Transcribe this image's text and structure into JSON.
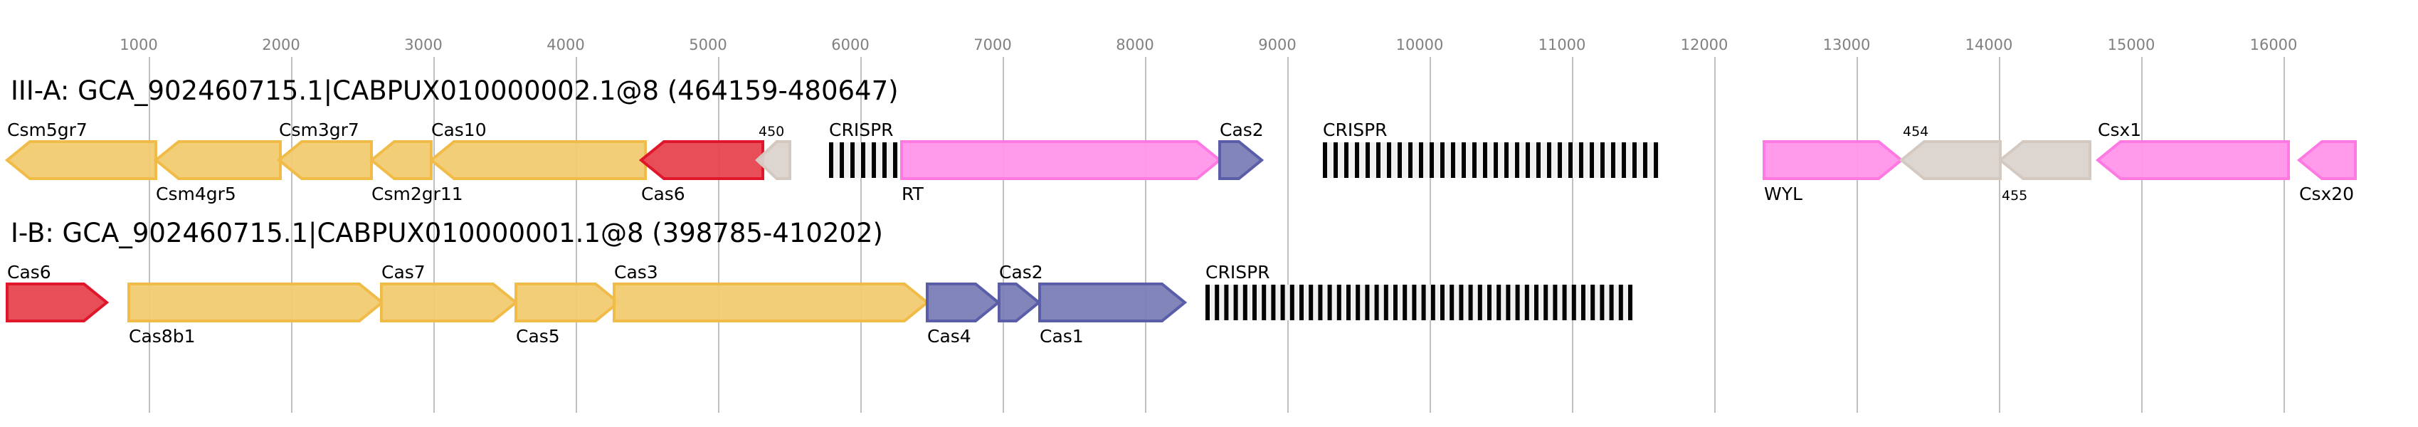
{
  "axis": {
    "ticks": [
      1000,
      2000,
      3000,
      4000,
      5000,
      6000,
      7000,
      8000,
      9000,
      10000,
      11000,
      12000,
      13000,
      14000,
      15000,
      16000
    ]
  },
  "colors": {
    "yellow": {
      "fill": "#f1cb72",
      "stroke": "#f0bb46"
    },
    "red": {
      "fill": "#e6454f",
      "stroke": "#e0162b"
    },
    "gray": {
      "fill": "#dbd3cd",
      "stroke": "#d4c9c0"
    },
    "pink": {
      "fill": "#ff96e9",
      "stroke": "#ff79e3"
    },
    "blue": {
      "fill": "#7b7eb6",
      "stroke": "#5a5ea8"
    },
    "crispr_bar": "#000000",
    "crispr_bg": "#f0f0f0",
    "grid": "#c0c0c0"
  },
  "loci": [
    {
      "title": "III-A: GCA_902460715.1|CABPUX010000002.1@8 (464159-480647)",
      "genes": [
        {
          "name": "Csm5gr7",
          "start": 0,
          "end": 1045,
          "strand": "-",
          "color": "yellow",
          "label_pos": "above"
        },
        {
          "name": "Csm4gr5",
          "start": 1045,
          "end": 1920,
          "strand": "-",
          "color": "yellow",
          "label_pos": "below"
        },
        {
          "name": "Csm3gr7",
          "start": 1910,
          "end": 2560,
          "strand": "-",
          "color": "yellow",
          "label_pos": "above"
        },
        {
          "name": "Csm2gr11",
          "start": 2560,
          "end": 2980,
          "strand": "-",
          "color": "yellow",
          "label_pos": "below"
        },
        {
          "name": "Cas10",
          "start": 2980,
          "end": 4485,
          "strand": "-",
          "color": "yellow",
          "label_pos": "above"
        },
        {
          "name": "Cas6",
          "start": 4455,
          "end": 5310,
          "strand": "-",
          "color": "red",
          "label_pos": "below"
        },
        {
          "name": "450",
          "start": 5270,
          "end": 5500,
          "strand": "-",
          "color": "gray",
          "label_pos": "above",
          "small": true
        },
        {
          "name": "CRISPR",
          "start": 5775,
          "end": 6265,
          "type": "crispr",
          "label_pos": "above",
          "period": 75
        },
        {
          "name": "RT",
          "start": 6285,
          "end": 8520,
          "strand": "+",
          "color": "pink",
          "label_pos": "below"
        },
        {
          "name": "Cas2",
          "start": 8520,
          "end": 8815,
          "strand": "+",
          "color": "blue",
          "label_pos": "above"
        },
        {
          "name": "CRISPR",
          "start": 9245,
          "end": 11610,
          "type": "crispr",
          "label_pos": "above",
          "period": 75
        },
        {
          "name": "WYL",
          "start": 12345,
          "end": 13310,
          "strand": "+",
          "color": "pink",
          "label_pos": "below"
        },
        {
          "name": "454",
          "start": 13310,
          "end": 14005,
          "strand": "-",
          "color": "gray",
          "label_pos": "above",
          "small": true
        },
        {
          "name": "455",
          "start": 14005,
          "end": 14635,
          "strand": "-",
          "color": "gray",
          "label_pos": "below",
          "small": true
        },
        {
          "name": "Csx1",
          "start": 14690,
          "end": 16030,
          "strand": "-",
          "color": "pink",
          "label_pos": "above"
        },
        {
          "name": "Csx20",
          "start": 16105,
          "end": 16500,
          "strand": "-",
          "color": "pink",
          "label_pos": "below"
        }
      ]
    },
    {
      "title": "I-B: GCA_902460715.1|CABPUX010000001.1@8 (398785-410202)",
      "genes": [
        {
          "name": "Cas6",
          "start": 0,
          "end": 700,
          "strand": "+",
          "color": "red",
          "label_pos": "above"
        },
        {
          "name": "Cas8b1",
          "start": 855,
          "end": 2635,
          "strand": "+",
          "color": "yellow",
          "label_pos": "below"
        },
        {
          "name": "Cas7",
          "start": 2630,
          "end": 3575,
          "strand": "+",
          "color": "yellow",
          "label_pos": "above"
        },
        {
          "name": "Cas5",
          "start": 3575,
          "end": 4295,
          "strand": "+",
          "color": "yellow",
          "label_pos": "below"
        },
        {
          "name": "Cas3",
          "start": 4265,
          "end": 6465,
          "strand": "+",
          "color": "yellow",
          "label_pos": "above"
        },
        {
          "name": "Cas4",
          "start": 6465,
          "end": 6965,
          "strand": "+",
          "color": "blue",
          "label_pos": "below"
        },
        {
          "name": "Cas2",
          "start": 6970,
          "end": 7250,
          "strand": "+",
          "color": "blue",
          "label_pos": "above"
        },
        {
          "name": "Cas1",
          "start": 7255,
          "end": 8275,
          "strand": "+",
          "color": "blue",
          "label_pos": "below"
        },
        {
          "name": "CRISPR",
          "start": 8420,
          "end": 11420,
          "type": "crispr",
          "label_pos": "above",
          "period": 66
        }
      ]
    }
  ]
}
